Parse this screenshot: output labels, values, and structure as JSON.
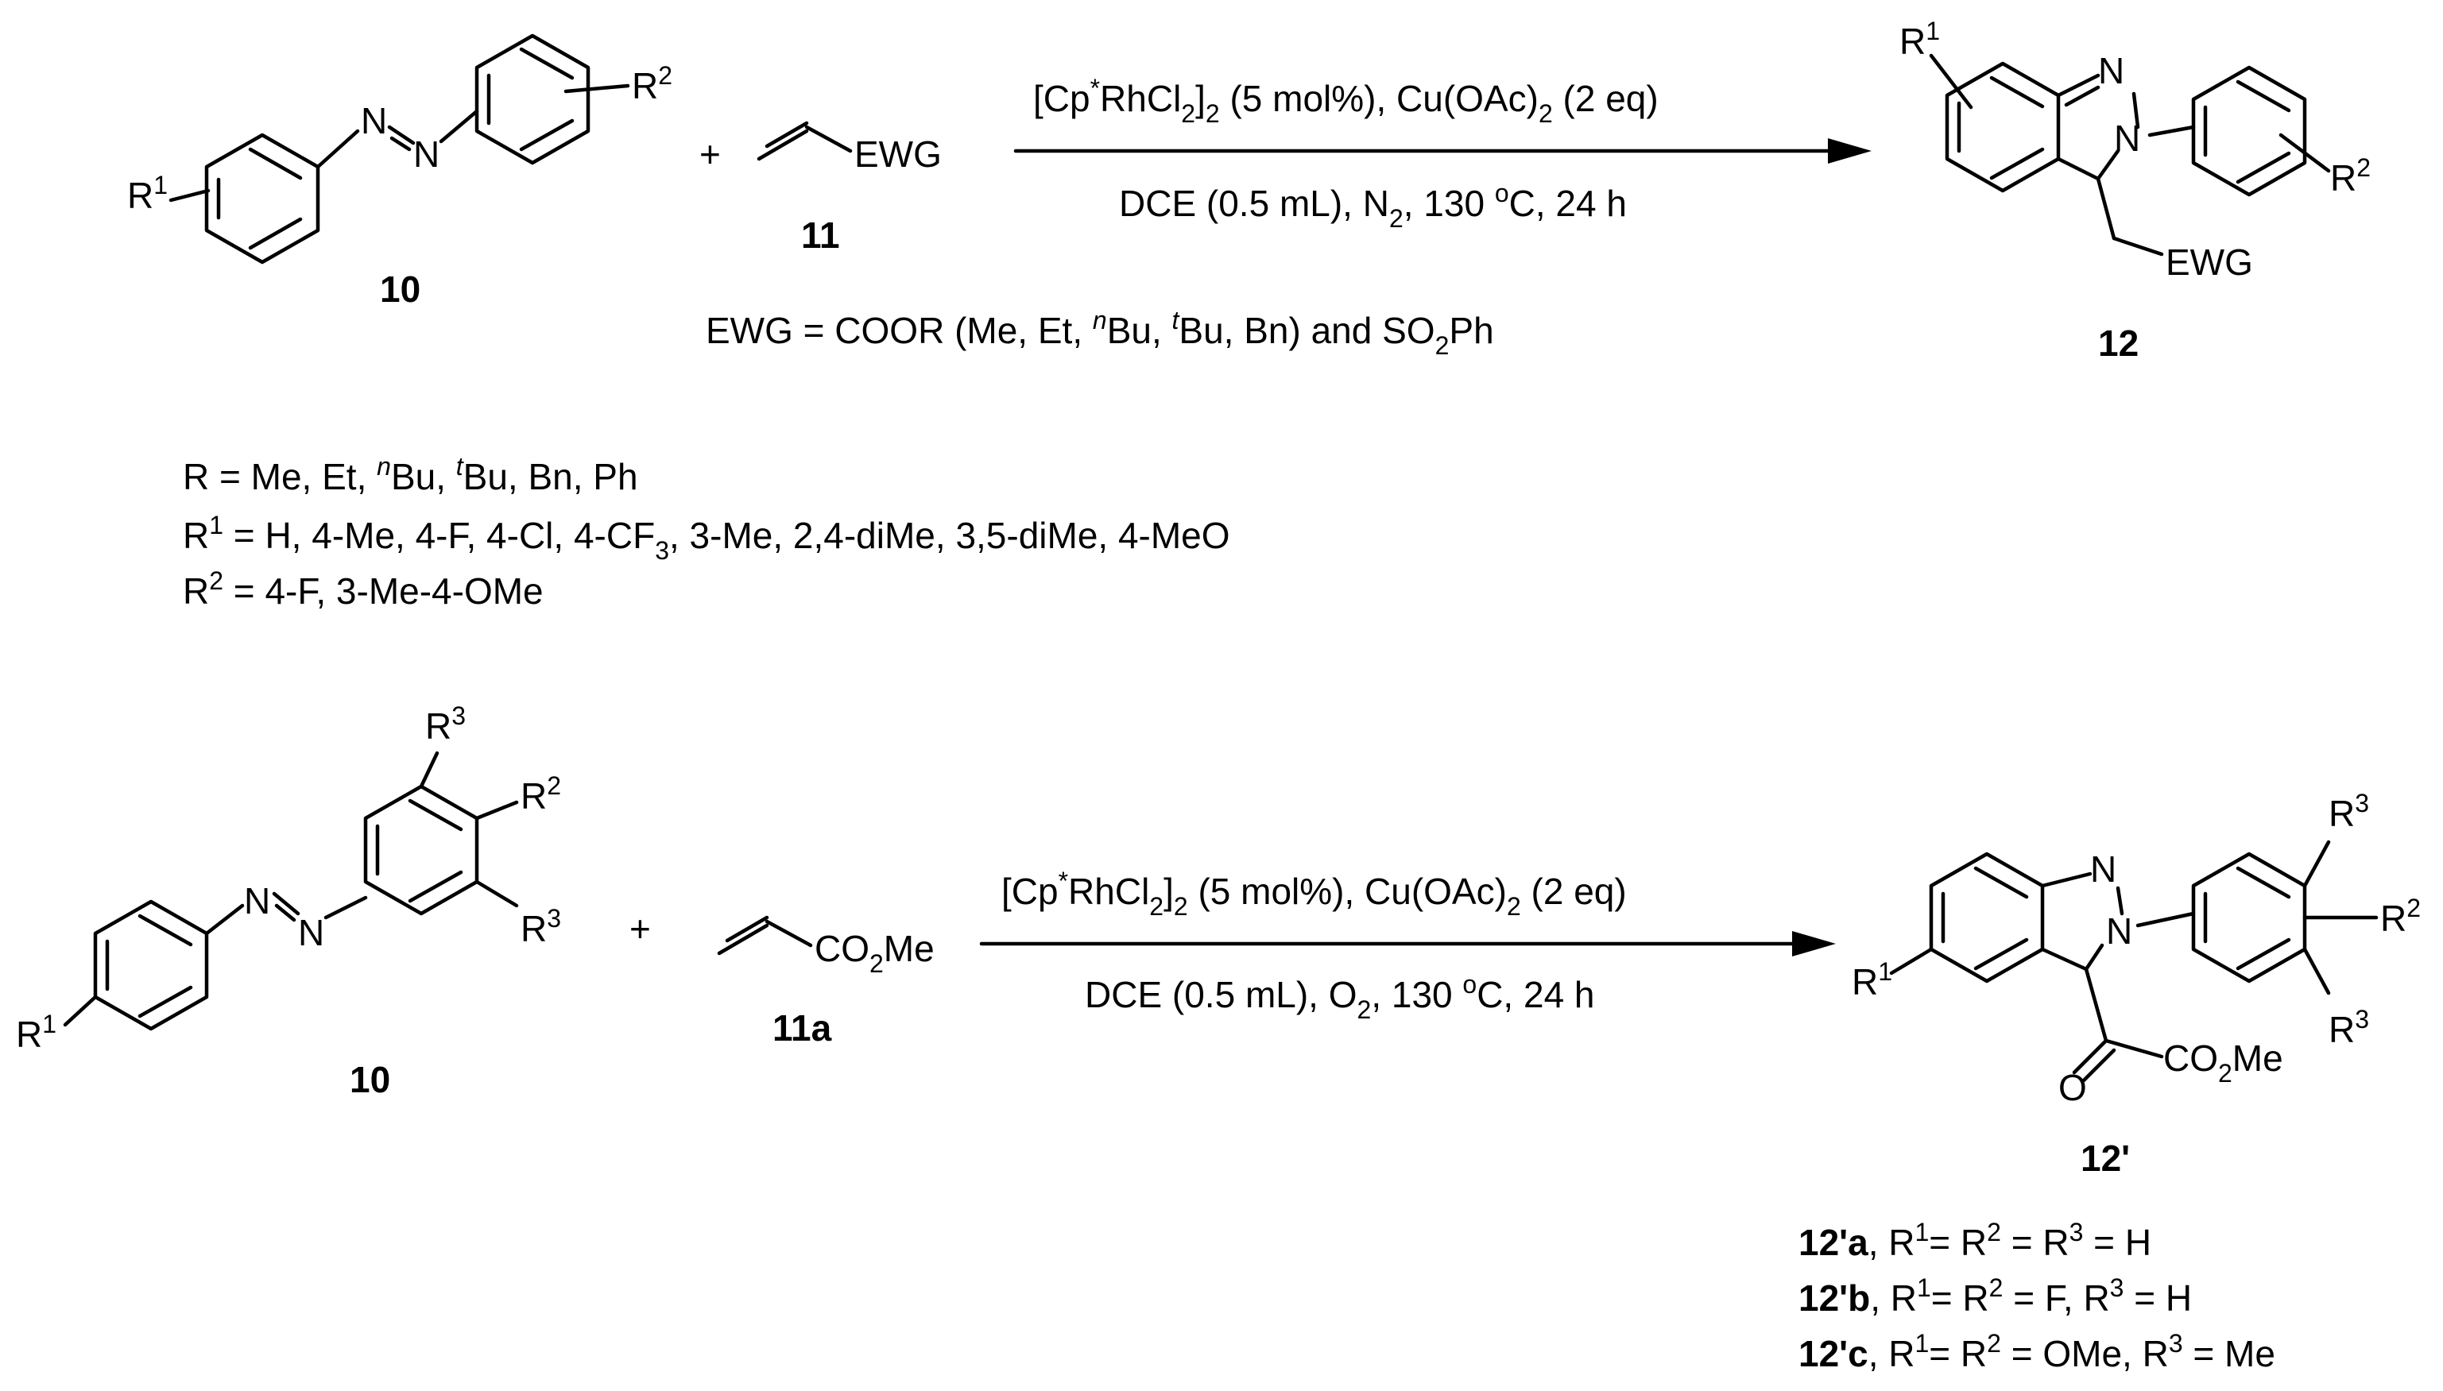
{
  "scheme1": {
    "reagent_azobenzene": {
      "sub_r1": "R",
      "sup_r1": "1",
      "sub_r2": "R",
      "sup_r2": "2",
      "n_top": "N",
      "n_bottom": "N"
    },
    "label_azobenzene": "10",
    "plus": "+",
    "alkene_ewg": "EWG",
    "label_alkene": "11",
    "conditions_top": {
      "a": "[Cp",
      "star": "*",
      "b": "RhCl",
      "sub2a": "2",
      "c": "]",
      "sub2b": "2",
      "d": " (5 mol%), Cu(OAc)",
      "sub2c": "2",
      "e": " (2 eq)"
    },
    "conditions_bottom": {
      "a": "DCE (0.5 mL), N",
      "sub": "2",
      "b": ", 130 ",
      "sup": "o",
      "c": "C, 24 h"
    },
    "ewg_def": {
      "a": "EWG = COOR (Me, Et, ",
      "n": "n",
      "b": "Bu, ",
      "t": "t",
      "c": "Bu, Bn) and SO",
      "sub": "2",
      "d": "Ph"
    },
    "product": {
      "r1": "R",
      "sup1": "1",
      "n1": "N",
      "n2": "N",
      "r2": "R",
      "sup2": "2",
      "ewg": "EWG"
    },
    "label_product": "12"
  },
  "substituents": {
    "line1": {
      "a": "R = Me, Et, ",
      "n": "n",
      "b": "Bu, ",
      "t": "t",
      "c": "Bu, Bn, Ph"
    },
    "line2": {
      "a": "R",
      "sup": "1",
      "b": " = H, 4-Me, 4-F, 4-Cl, 4-CF",
      "sub": "3",
      "c": ", 3-Me, 2,4-diMe, 3,5-diMe, 4-MeO"
    },
    "line3": {
      "a": "R",
      "sup": "2",
      "b": " = 4-F, 3-Me-4-OMe"
    }
  },
  "scheme2": {
    "reagent_azobenzene": {
      "r1": "R",
      "sup1": "1",
      "r2": "R",
      "sup2": "2",
      "r3": "R",
      "sup3": "3",
      "n_top": "N",
      "n_bottom": "N"
    },
    "label_azobenzene": "10",
    "plus": "+",
    "acrylate": {
      "a": "CO",
      "sub": "2",
      "b": "Me"
    },
    "label_acrylate": "11a",
    "conditions_top": {
      "a": "[Cp",
      "star": "*",
      "b": "RhCl",
      "sub2a": "2",
      "c": "]",
      "sub2b": "2",
      "d": " (5 mol%), Cu(OAc)",
      "sub2c": "2",
      "e": " (2 eq)"
    },
    "conditions_bottom": {
      "a": "DCE (0.5 mL), O",
      "sub": "2",
      "b": ", 130 ",
      "sup": "o",
      "c": "C, 24 h"
    },
    "product": {
      "r1": "R",
      "sup1": "1",
      "n1": "N",
      "n2": "N",
      "r2": "R",
      "sup2": "2",
      "r3": "R",
      "sup3": "3",
      "o": "O",
      "co2me_a": "CO",
      "co2me_sub": "2",
      "co2me_b": "Me"
    },
    "label_product": "12'",
    "examples": [
      {
        "label": "12'a",
        "a": ", R",
        "s1": "1",
        "b": "= R",
        "s2": "2",
        "c": " = R",
        "s3": "3",
        "d": " = H"
      },
      {
        "label": "12'b",
        "a": ", R",
        "s1": "1",
        "b": "= R",
        "s2": "2",
        "c": " = F, R",
        "s3": "3",
        "d": " = H"
      },
      {
        "label": "12'c",
        "a": ", R",
        "s1": "1",
        "b": "= R",
        "s2": "2",
        "c": " = OMe, R",
        "s3": "3",
        "d": " = Me"
      }
    ]
  }
}
